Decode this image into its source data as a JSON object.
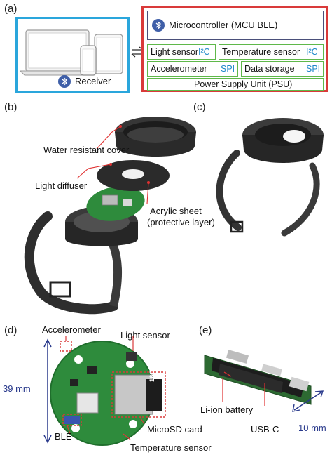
{
  "panels": {
    "a": "(a)",
    "b": "(b)",
    "c": "(c)",
    "d": "(d)",
    "e": "(e)"
  },
  "receiver": {
    "label": "Receiver"
  },
  "mcu": {
    "title": "Microcontroller (MCU BLE)"
  },
  "modules": {
    "light_sensor": {
      "name": "Light sensor",
      "bus": "I²C"
    },
    "temperature_sensor": {
      "name": "Temperature sensor",
      "bus": "I²C"
    },
    "accelerometer": {
      "name": "Accelerometer",
      "bus": "SPI"
    },
    "data_storage": {
      "name": "Data storage",
      "bus": "SPI"
    },
    "psu": {
      "name": "Power Supply Unit (PSU)"
    }
  },
  "exploded": {
    "cover": "Water resistant cover",
    "diffuser": "Light diffuser",
    "acrylic_line1": "Acrylic sheet",
    "acrylic_line2": "(protective layer)"
  },
  "pcb": {
    "accelerometer": "Accelerometer",
    "light_sensor": "Light sensor",
    "diameter": "39 mm",
    "ble": "BLE",
    "microsd": "MicroSD card",
    "temperature": "Temperature sensor",
    "sd_capacity": "16GB"
  },
  "side": {
    "battery": "Li-ion battery",
    "usbc": "USB-C",
    "thickness": "10 mm"
  },
  "colors": {
    "receiver_border": "#2aa6dc",
    "system_border": "#d93a3a",
    "module_border": "#5fb84a",
    "mcu_border": "#4a4f7a",
    "bus_text": "#1e88c9",
    "bluetooth": "#3f5fa8",
    "pcb_green": "#2e8b3c",
    "dim_arrow": "#2a3a8c",
    "callout_red": "#e03030"
  }
}
